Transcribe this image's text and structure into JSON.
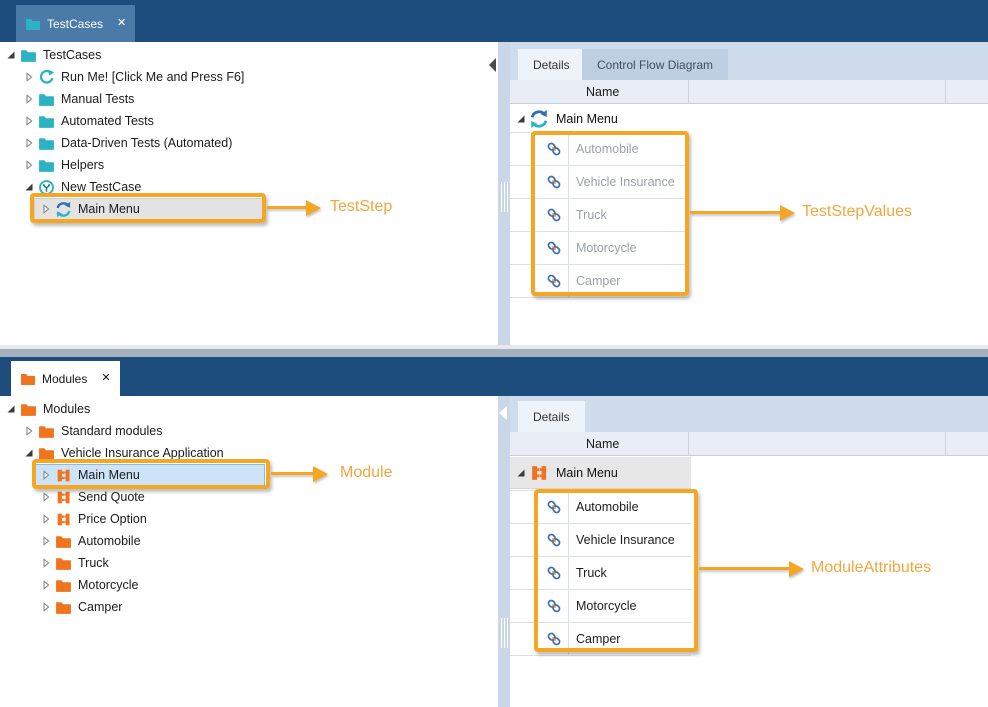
{
  "colors": {
    "header_navy": "#1c4d7d",
    "active_doc_tab_blue": "#4a7aa8",
    "teal_icon": "#2bb3c4",
    "orange_icon": "#f0731d",
    "annotation_orange": "#f5a623",
    "panel_tabstrip_blue": "#cfdcec",
    "selection_gray": "#e3e3e3",
    "selection_blue": "#cde4f8"
  },
  "top": {
    "tab": {
      "label": "TestCases",
      "close": "✕",
      "icon": "teal-folder-icon"
    },
    "tree": [
      {
        "label": "TestCases",
        "icon": "folder-icon",
        "state": "expanded"
      },
      {
        "label": "Run Me! [Click Me and Press F6]",
        "icon": "run-icon",
        "state": "collapsed"
      },
      {
        "label": "Manual Tests",
        "icon": "folder-icon",
        "state": "collapsed"
      },
      {
        "label": "Automated Tests",
        "icon": "folder-icon",
        "state": "collapsed"
      },
      {
        "label": "Data-Driven Tests (Automated)",
        "icon": "folder-icon",
        "state": "collapsed"
      },
      {
        "label": "Helpers",
        "icon": "folder-icon",
        "state": "collapsed"
      },
      {
        "label": "New TestCase",
        "icon": "testcase-icon",
        "state": "expanded"
      },
      {
        "label": "Main Menu",
        "icon": "recording-module-icon",
        "state": "collapsed",
        "selected": true
      }
    ],
    "details": {
      "tabs": {
        "details": "Details",
        "control_flow": "Control Flow Diagram"
      },
      "column": "Name",
      "root": "Main Menu",
      "root_icon": "recording-module-icon",
      "values": [
        "Automobile",
        "Vehicle Insurance",
        "Truck",
        "Motorcycle",
        "Camper"
      ],
      "value_icon": "link-icon"
    },
    "annotations": {
      "teststep": "TestStep",
      "teststepvalues": "TestStepValues"
    }
  },
  "bottom": {
    "tab": {
      "label": "Modules",
      "close": "✕",
      "icon": "orange-folder-icon"
    },
    "tree": [
      {
        "label": "Modules",
        "icon": "folder-icon",
        "state": "expanded"
      },
      {
        "label": "Standard modules",
        "icon": "folder-icon",
        "state": "collapsed"
      },
      {
        "label": "Vehicle Insurance Application",
        "icon": "folder-icon",
        "state": "expanded"
      },
      {
        "label": "Main Menu",
        "icon": "module-icon",
        "state": "collapsed",
        "selected": true
      },
      {
        "label": "Send Quote",
        "icon": "module-icon",
        "state": "collapsed"
      },
      {
        "label": "Price Option",
        "icon": "module-icon",
        "state": "collapsed"
      },
      {
        "label": "Automobile",
        "icon": "folder-icon",
        "state": "collapsed"
      },
      {
        "label": "Truck",
        "icon": "folder-icon",
        "state": "collapsed"
      },
      {
        "label": "Motorcycle",
        "icon": "folder-icon",
        "state": "collapsed"
      },
      {
        "label": "Camper",
        "icon": "folder-icon",
        "state": "collapsed"
      }
    ],
    "details": {
      "tabs": {
        "details": "Details"
      },
      "column": "Name",
      "root": "Main Menu",
      "root_icon": "module-icon",
      "values": [
        "Automobile",
        "Vehicle Insurance",
        "Truck",
        "Motorcycle",
        "Camper"
      ],
      "value_icon": "link-icon"
    },
    "annotations": {
      "module": "Module",
      "moduleattributes": "ModuleAttributes"
    }
  }
}
